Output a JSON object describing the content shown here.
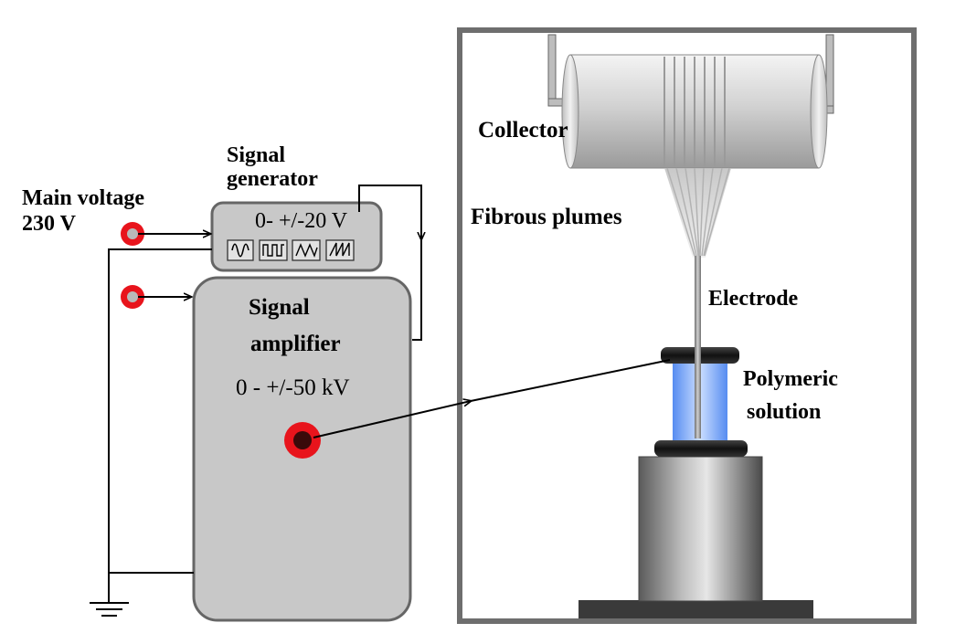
{
  "labels": {
    "main_voltage": "Main voltage",
    "main_voltage_value": "230 V",
    "signal_generator_line1": "Signal",
    "signal_generator_line2": "generator",
    "generator_range": "0- +/-20 V",
    "signal_amplifier_line1": "Signal",
    "signal_amplifier_line2": "amplifier",
    "amplifier_range": "0 - +/-50 kV",
    "collector": "Collector",
    "fibrous_plumes": "Fibrous plumes",
    "electrode": "Electrode",
    "polymeric_solution_line1": "Polymeric",
    "polymeric_solution_line2": "solution"
  },
  "waveform_buttons": [
    "sine-wave-icon",
    "square-wave-icon",
    "triangle-wave-icon",
    "sawtooth-wave-icon"
  ],
  "colors": {
    "terminal_red": "#e8141c",
    "device_gray": "#c8c8c8",
    "chamber_border": "#6e6e6e",
    "solution_blue": "#8fb8ff"
  }
}
